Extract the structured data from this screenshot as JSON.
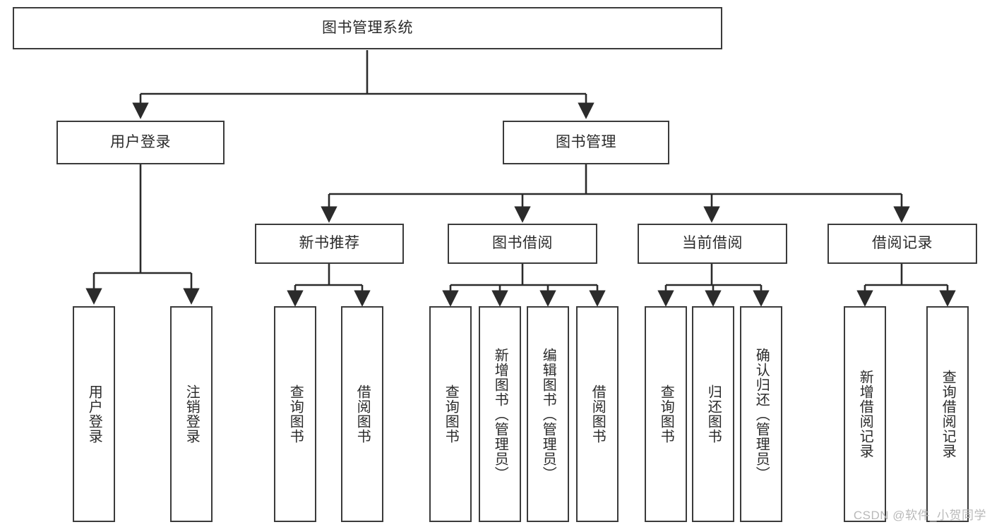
{
  "diagram": {
    "type": "tree-hierarchy",
    "title": "图书管理系统",
    "orientation": "top-down",
    "colors": {
      "stroke": "#3b3b3b",
      "fill": "#ffffff",
      "text": "#2b2b2b",
      "watermark": "#b9b9b9"
    },
    "root": {
      "label": "图书管理系统"
    },
    "level1": [
      {
        "id": "user-login",
        "label": "用户登录"
      },
      {
        "id": "book-management",
        "label": "图书管理"
      }
    ],
    "level2": [
      {
        "id": "new-book-recommend",
        "label": "新书推荐",
        "parent": "book-management"
      },
      {
        "id": "book-borrow",
        "label": "图书借阅",
        "parent": "book-management"
      },
      {
        "id": "current-borrow",
        "label": "当前借阅",
        "parent": "book-management"
      },
      {
        "id": "borrow-record",
        "label": "借阅记录",
        "parent": "book-management"
      }
    ],
    "leaves": {
      "user_login": [
        {
          "id": "leaf-user-login",
          "label": "用户登录"
        },
        {
          "id": "leaf-logout-login",
          "label": "注销登录"
        }
      ],
      "new_book_recommend": [
        {
          "id": "leaf-query-book-1",
          "label": "查询图书"
        },
        {
          "id": "leaf-borrow-book-1",
          "label": "借阅图书"
        }
      ],
      "book_borrow": [
        {
          "id": "leaf-query-book-2",
          "label": "查询图书"
        },
        {
          "id": "leaf-add-book",
          "label": "新增图书（管理员）"
        },
        {
          "id": "leaf-edit-book",
          "label": "编辑图书（管理员）"
        },
        {
          "id": "leaf-borrow-book-2",
          "label": "借阅图书"
        }
      ],
      "current_borrow": [
        {
          "id": "leaf-query-book-3",
          "label": "查询图书"
        },
        {
          "id": "leaf-return-book",
          "label": "归还图书"
        },
        {
          "id": "leaf-confirm-return",
          "label": "确认归还（管理员）"
        }
      ],
      "borrow_record": [
        {
          "id": "leaf-add-record",
          "label": "新增借阅记录"
        },
        {
          "id": "leaf-query-record",
          "label": "查询借阅记录"
        }
      ]
    }
  },
  "watermark": {
    "text": "CSDN @软件_小贺同学"
  }
}
